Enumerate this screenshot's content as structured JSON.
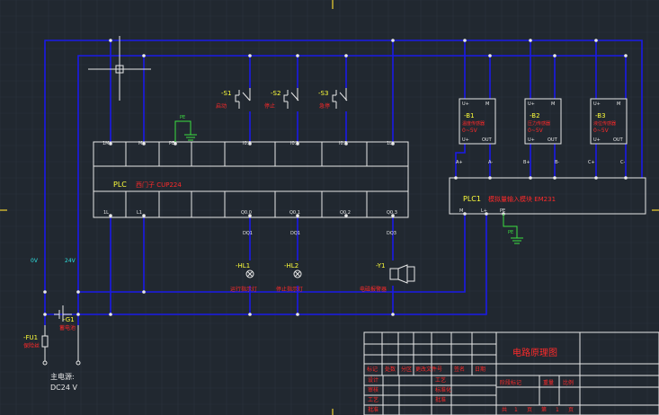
{
  "plc": {
    "tag": "PLC",
    "desc": "西门子 CUP224"
  },
  "plc_io_top": [
    "1M",
    "M",
    "PE",
    "I0.0",
    "I0.1",
    "I0.2",
    "1L"
  ],
  "plc_io_bottom": [
    "1L",
    "L1",
    "Q0.0",
    "Q0.1",
    "Q0.2",
    "Q0.3"
  ],
  "plc1": {
    "tag": "PLC1",
    "desc": "模拟量输入模块 EM231",
    "pe": "PE"
  },
  "plc1_io_top": [
    "A+",
    "A-",
    "B+",
    "B-",
    "C+",
    "C-"
  ],
  "plc1_io_bottom": [
    "M",
    "L+",
    "PE"
  ],
  "switches": [
    {
      "tag": "-S1",
      "desc": "启动"
    },
    {
      "tag": "-S2",
      "desc": "停止"
    },
    {
      "tag": "-S3",
      "desc": "急停"
    }
  ],
  "sensors": [
    {
      "tag": "-B1",
      "desc": "温度传感器",
      "range": "0~5V"
    },
    {
      "tag": "-B2",
      "desc": "压力传感器",
      "range": "0~5V"
    },
    {
      "tag": "-B3",
      "desc": "液位传感器",
      "range": "0~5V"
    }
  ],
  "sensor_pins_top": [
    "U+",
    "M"
  ],
  "sensor_pins_bottom": [
    "U+",
    "OUT"
  ],
  "lamps": [
    {
      "tag": "-HL1",
      "desc": "运行指示灯",
      "wire": "DQ1"
    },
    {
      "tag": "-HL2",
      "desc": "停止指示灯",
      "wire": "DQ1"
    }
  ],
  "buzzer": {
    "tag": "-Y1",
    "desc": "电磁报警器",
    "wire": "DQ3"
  },
  "power": {
    "rail_left": "0V",
    "rail_right": "24V",
    "supply_tag": "-G1",
    "supply_desc": "蓄电池",
    "fuse_tag": "-FU1",
    "fuse_desc": "保险丝",
    "main_label": "主电源:",
    "main_value": "DC24 V"
  },
  "titleblock": {
    "drawing_title": "电路原理图",
    "header_row": [
      "标记",
      "处数",
      "分区",
      "更改文件号",
      "签名",
      "日期"
    ],
    "left_rows": [
      "设计",
      "审核",
      "工艺",
      "批准"
    ],
    "mid_rows": [
      "标准化",
      "批准"
    ],
    "right_labels": [
      "阶段标记",
      "重量",
      "比例"
    ],
    "sheet": [
      "共",
      "1",
      "页",
      "第",
      "1",
      "页"
    ]
  }
}
